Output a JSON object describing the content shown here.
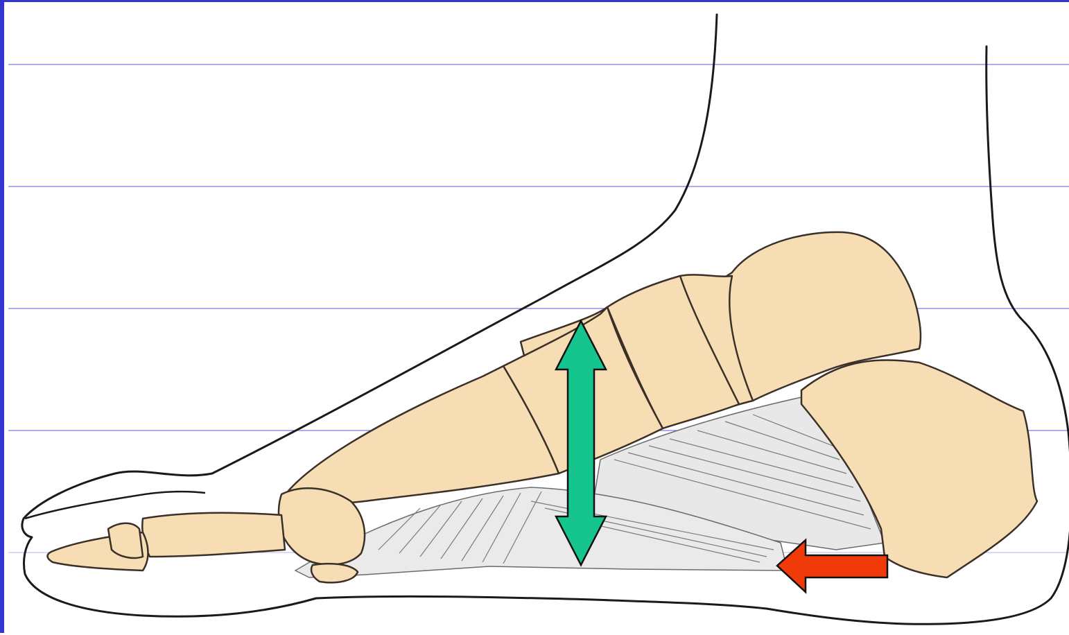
{
  "figure": {
    "subject": "foot-arch-anatomy",
    "colors": {
      "frame": "#3434d0",
      "ruled_line": "#5a5ae0",
      "bone_fill": "#f6ddb3",
      "bone_outline": "#3a3028",
      "skin_outline": "#1a1a1a",
      "ligament_fill": "#e8e8e8",
      "ligament_stroke": "#6b6b6b",
      "arch_height_arrow": "#16c48e",
      "tension_arrow": "#f03a0a",
      "arrow_outline": "#111111"
    },
    "icons": {
      "arch_height_arrow": "double-headed-vertical-arrow",
      "tension_arrow": "left-pointing-block-arrow"
    }
  }
}
